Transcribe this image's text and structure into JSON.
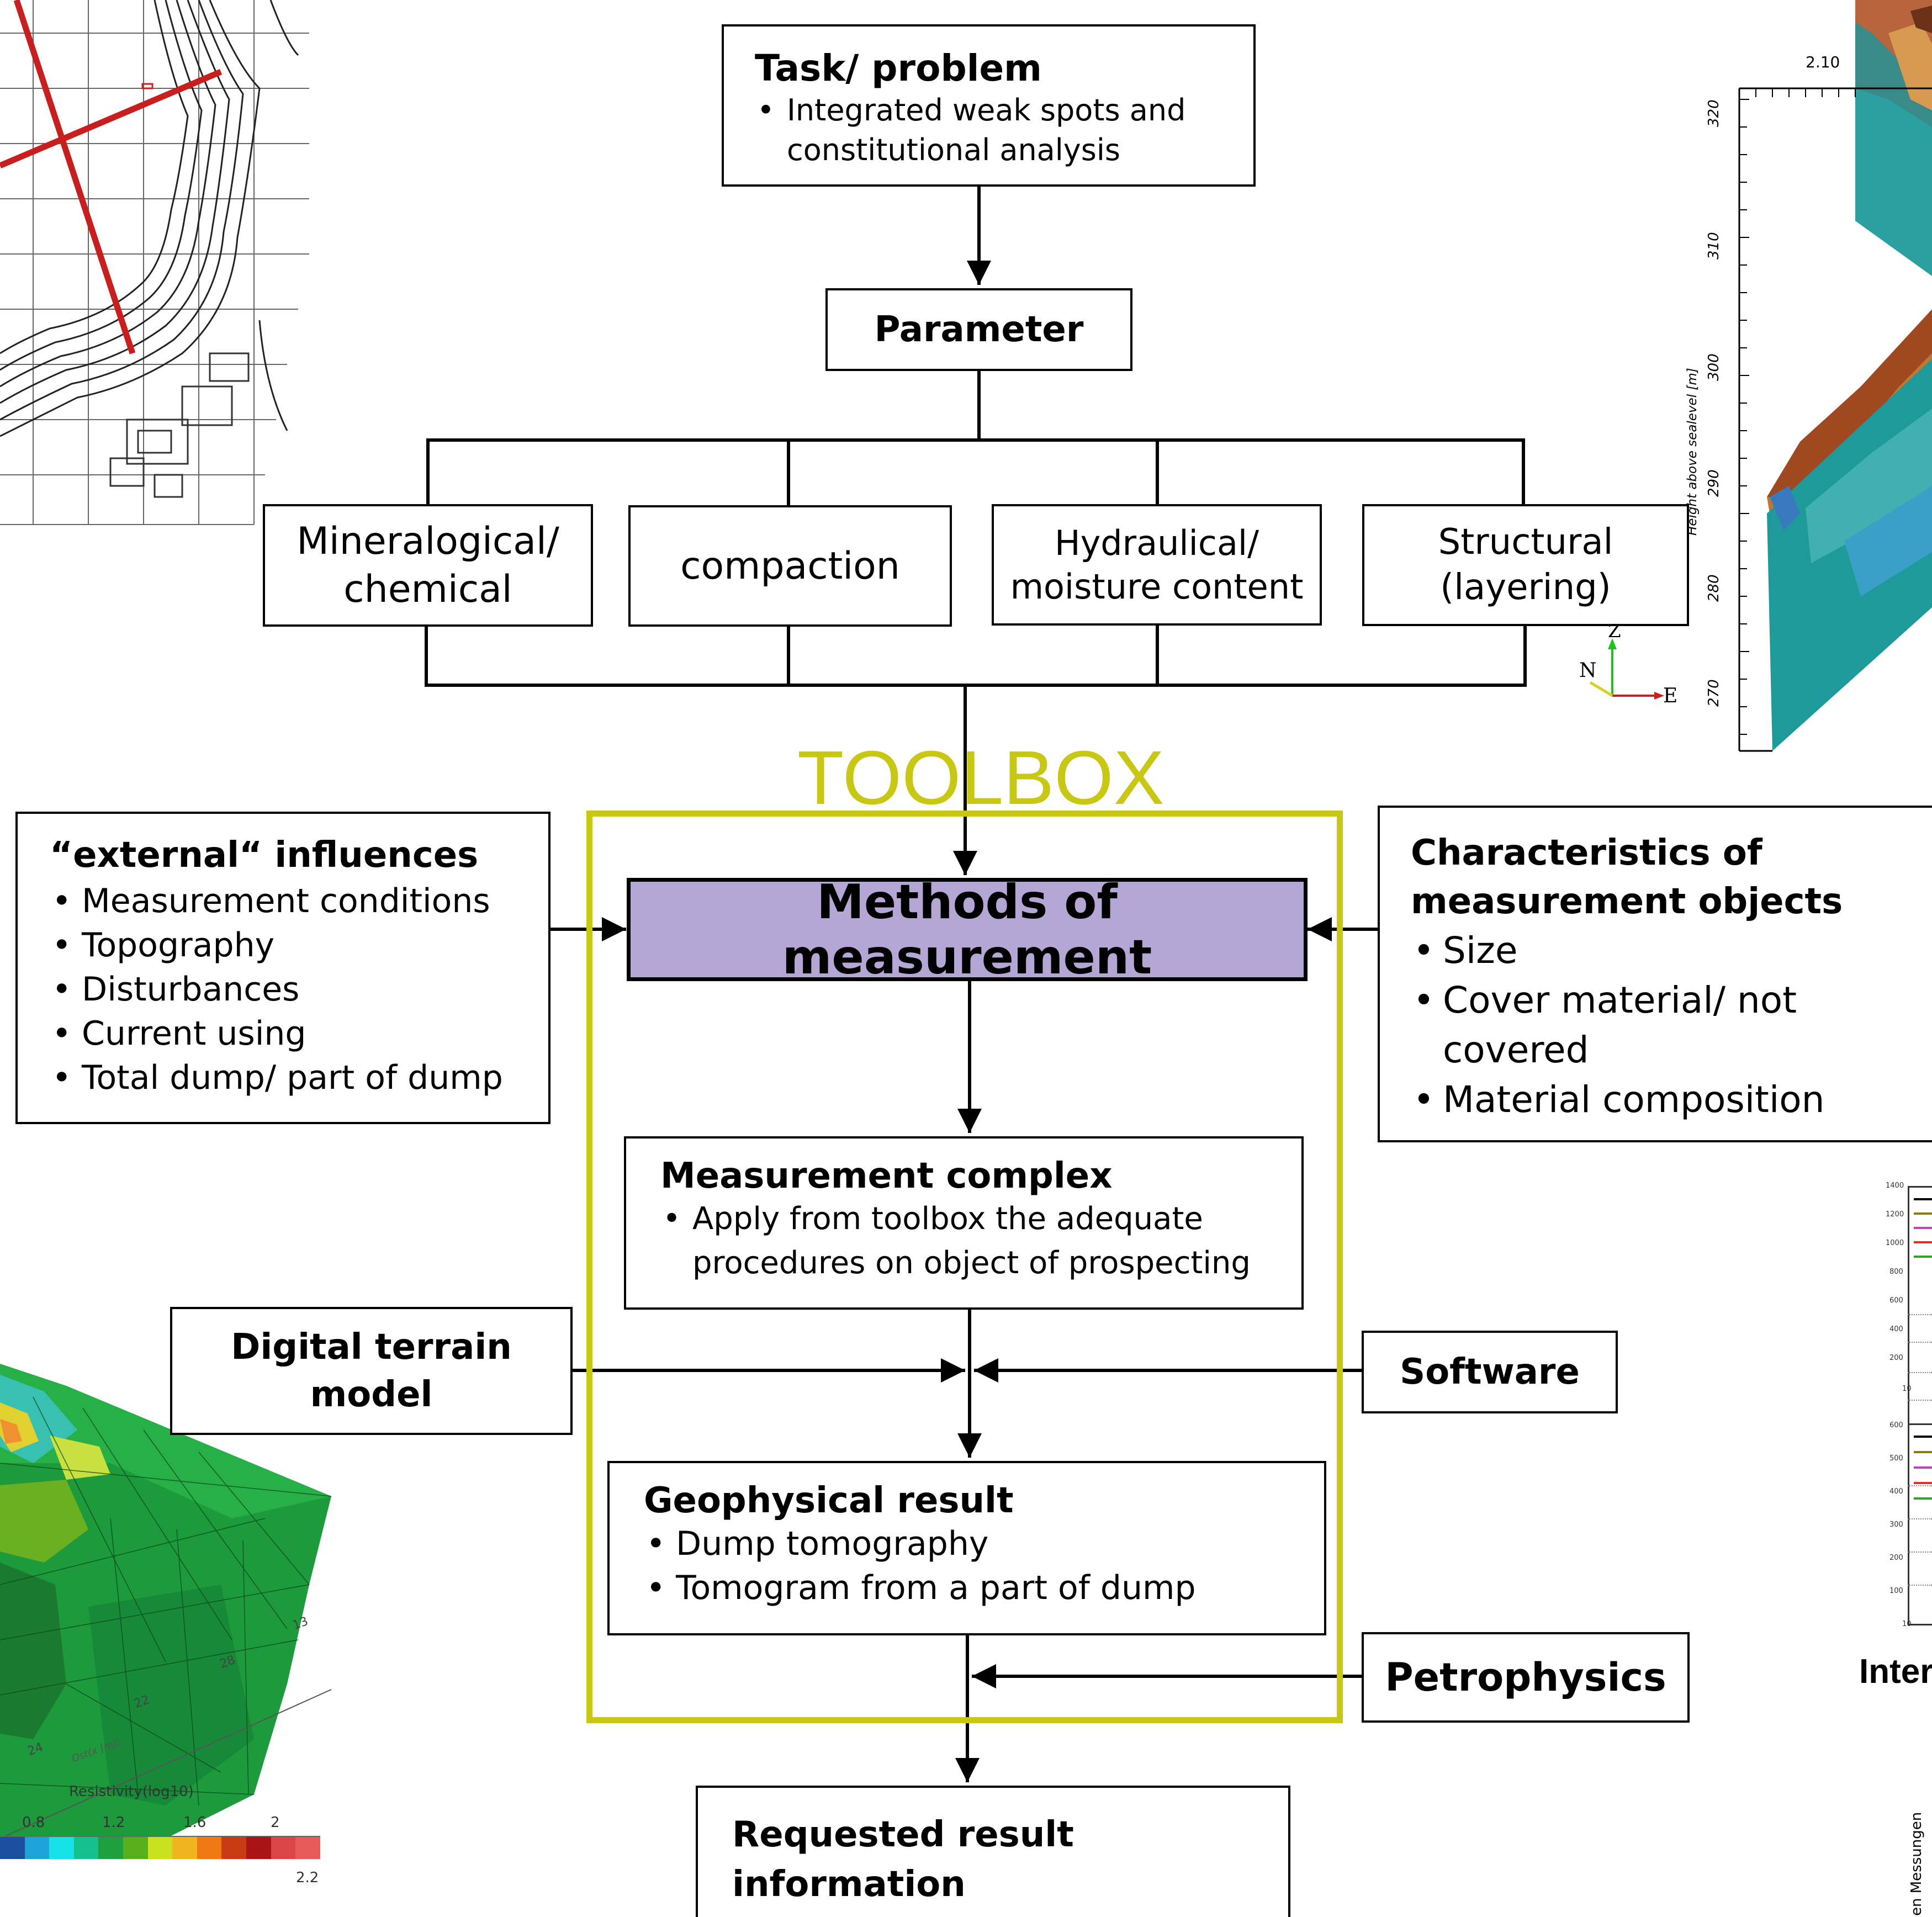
{
  "colors": {
    "toolbox": "#c8c814",
    "methods_fill": "#b4a7d6",
    "line": "#000000"
  },
  "task": {
    "title": "Task/ problem",
    "items": [
      "Integrated weak spots and constitutional analysis"
    ]
  },
  "parameter": {
    "label": "Parameter"
  },
  "categories": [
    {
      "label_1": "Mineralogical/",
      "label_2": "chemical"
    },
    {
      "label_1": "compaction",
      "label_2": ""
    },
    {
      "label_1": "Hydraulical/",
      "label_2": "moisture content"
    },
    {
      "label_1": "Structural",
      "label_2": "(layering)"
    }
  ],
  "toolbox": {
    "label": "TOOLBOX"
  },
  "external": {
    "title": "“external“ influences",
    "items": [
      "Measurement conditions",
      "Topography",
      "Disturbances",
      "Current using",
      "Total dump/ part of dump"
    ]
  },
  "methods": {
    "label": "Methods of measurement"
  },
  "characteristics": {
    "title_1": "Characteristics of",
    "title_2": "measurement objects",
    "items": [
      "Size",
      "Cover material/ not covered",
      "Material composition"
    ]
  },
  "complex": {
    "title": "Measurement complex",
    "items": [
      "Apply from toolbox the adequate procedures on object of prospecting"
    ]
  },
  "dtm": {
    "label_1": "Digital terrain",
    "label_2": "model"
  },
  "software": {
    "label": "Software"
  },
  "geo": {
    "title": "Geophysical result",
    "items": [
      "Dump tomography",
      "Tomogram from a part of dump"
    ]
  },
  "petro": {
    "label": "Petrophysics"
  },
  "requested": {
    "title": "Requested result information",
    "subtitle": "Potential zones of weakness"
  },
  "images": {
    "section_plot": {
      "top_value": "2.10",
      "axis_label": "Height above sealevel [m]",
      "ticks": [
        "320",
        "310",
        "300",
        "290",
        "280",
        "270"
      ],
      "compass": {
        "z": "Z",
        "n": "N",
        "e": "E"
      }
    },
    "resistivity_model": {
      "legend_title": "Resistivity(log10)",
      "legend_ticks": [
        "0.8",
        "1.2",
        "1.6",
        "2"
      ],
      "legend_max": "2.2",
      "axis_numbers": [
        "24",
        "22",
        "28",
        "13"
      ],
      "axis_label": "Ost(x [m])",
      "legend_colors": [
        "#1a4fa0",
        "#1ca3d8",
        "#16e0e8",
        "#16c08c",
        "#1ea040",
        "#56b01e",
        "#c8e01e",
        "#f0b41e",
        "#f07814",
        "#c83c14",
        "#aa1414",
        "#dc4646",
        "#e65a5a"
      ]
    },
    "curve_plots": {
      "upper_ticks": [
        "1400",
        "1200",
        "1000",
        "800",
        "600",
        "400",
        "200"
      ],
      "lower_ticks": [
        "600",
        "500",
        "400",
        "300",
        "200",
        "100"
      ],
      "x_tick": "10",
      "caption": "Inter",
      "side_label": "en Messungen"
    }
  }
}
